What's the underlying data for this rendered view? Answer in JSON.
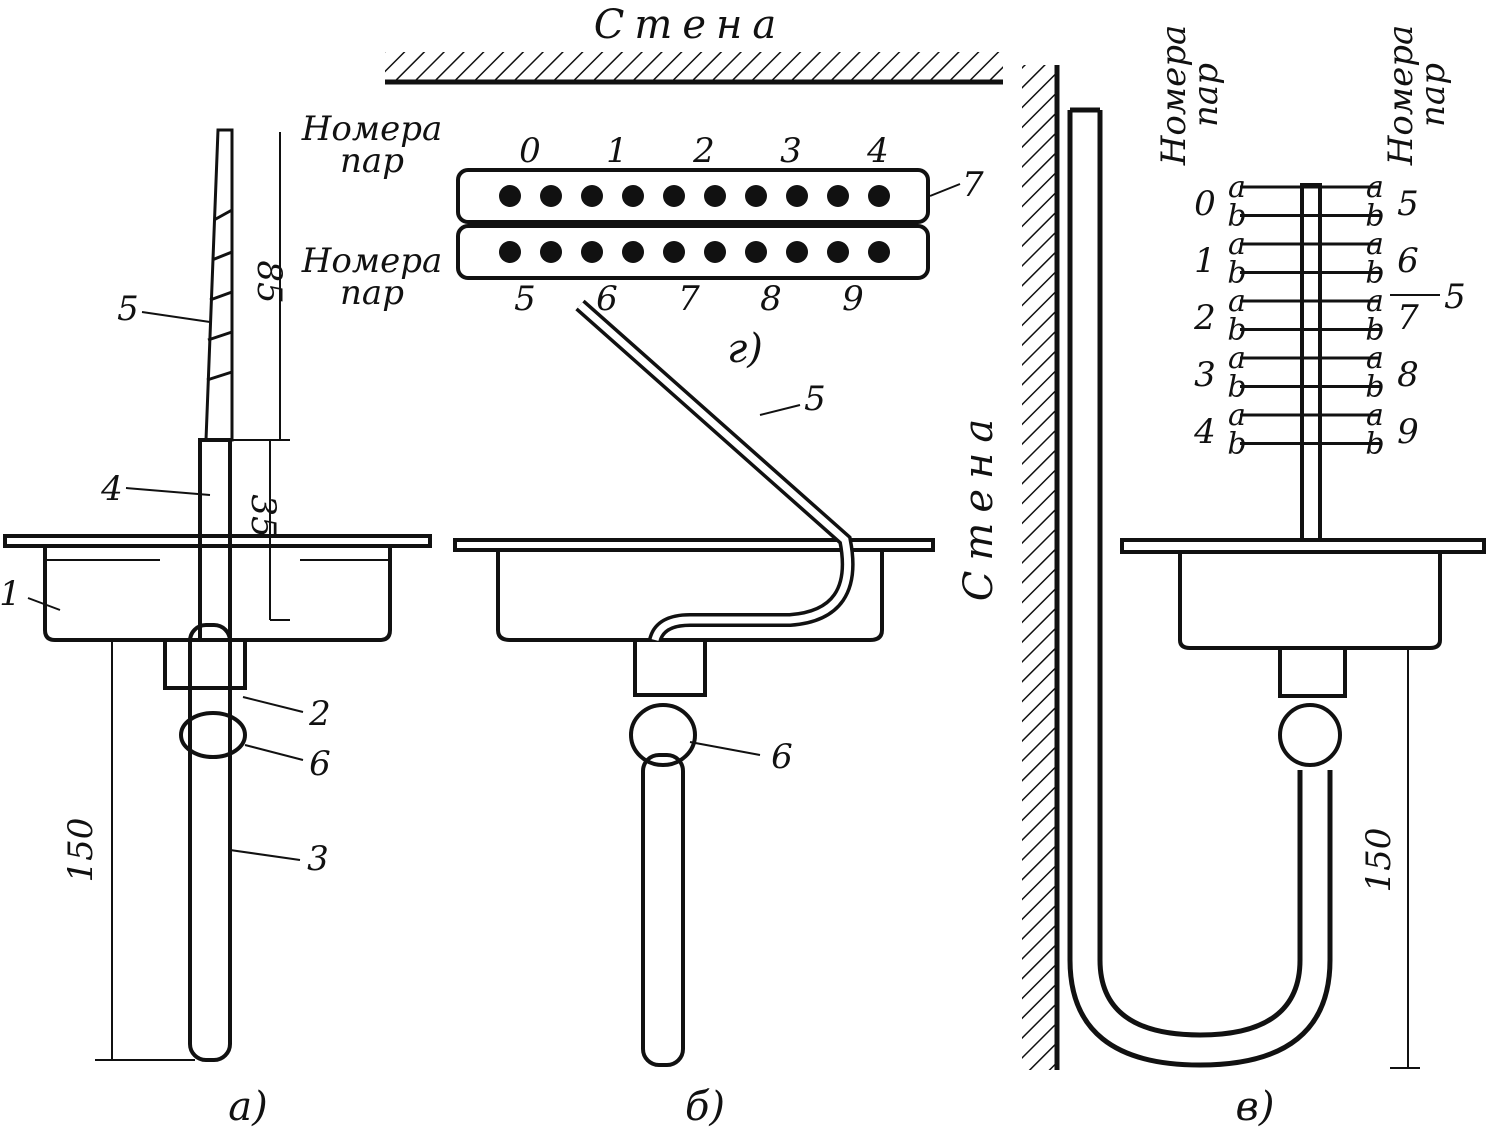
{
  "labels": {
    "wall_top": "Стена",
    "wall_side": "Стена",
    "pairs_g_top_1": "Номера",
    "pairs_g_top_2": "пар",
    "pairs_g_bot_1": "Номера",
    "pairs_g_bot_2": "пар",
    "pairs_v_left_1": "Номера",
    "pairs_v_left_2": "пар",
    "pairs_v_right_1": "Номера",
    "pairs_v_right_2": "пар",
    "caption_a": "а)",
    "caption_b": "б)",
    "caption_v": "в)",
    "caption_g": "г)",
    "dim_85": "85",
    "dim_35": "35",
    "dim_150_a": "150",
    "dim_150_v": "150"
  },
  "parts": {
    "p1": "1",
    "p2": "2",
    "p3": "3",
    "p4": "4",
    "p5_a": "5",
    "p6_a": "6",
    "p5_b": "5",
    "p6_b": "6",
    "p7": "7",
    "p5_v": "5"
  },
  "g_pairs_top": [
    "0",
    "1",
    "2",
    "3",
    "4"
  ],
  "g_pairs_bottom": [
    "5",
    "6",
    "7",
    "8",
    "9"
  ],
  "v_pairs_left": [
    "0",
    "1",
    "2",
    "3",
    "4"
  ],
  "v_pairs_right": [
    "5",
    "6",
    "7",
    "8",
    "9"
  ],
  "v_ab": [
    "a",
    "b"
  ]
}
